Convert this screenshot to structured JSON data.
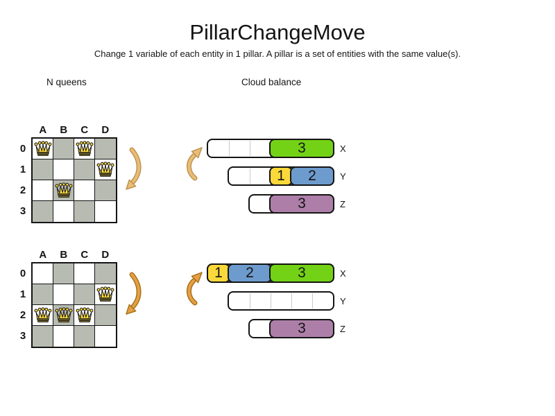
{
  "header": {
    "title": "PillarChangeMove",
    "subtitle": "Change 1 variable of each entity in 1 pillar. A pillar is a set of entities with the same value(s)."
  },
  "section_labels": {
    "nqueens": "N queens",
    "cloud": "Cloud balance"
  },
  "colors": {
    "process_green": "#73d216",
    "process_yellow": "#fcd93a",
    "process_blue": "#6e9bce",
    "process_purple": "#ad7fa8",
    "board_dark_cell": "#b8bbb2",
    "queen_gold": "#fbd93b",
    "arrow_top_fill": "#e9bd78",
    "arrow_top_outline": "#bf9450",
    "arrow_bottom_fill": "#e79f42",
    "arrow_bottom_outline": "#a6731f"
  },
  "boards": [
    {
      "id": "before",
      "columns": [
        "A",
        "B",
        "C",
        "D"
      ],
      "rows": [
        "0",
        "1",
        "2",
        "3"
      ],
      "queens": [
        {
          "col": "A",
          "row": "0"
        },
        {
          "col": "C",
          "row": "0"
        },
        {
          "col": "D",
          "row": "1"
        },
        {
          "col": "B",
          "row": "2"
        }
      ]
    },
    {
      "id": "after",
      "columns": [
        "A",
        "B",
        "C",
        "D"
      ],
      "rows": [
        "0",
        "1",
        "2",
        "3"
      ],
      "queens": [
        {
          "col": "D",
          "row": "1"
        },
        {
          "col": "A",
          "row": "2"
        },
        {
          "col": "B",
          "row": "2"
        },
        {
          "col": "C",
          "row": "2"
        }
      ]
    }
  ],
  "cloud_states": [
    {
      "id": "before",
      "computers": [
        {
          "label": "X",
          "capacity": 6,
          "processes": [
            {
              "value": "3",
              "size": 3,
              "color": "process_green"
            }
          ]
        },
        {
          "label": "Y",
          "capacity": 5,
          "processes": [
            {
              "value": "1",
              "size": 1,
              "color": "process_yellow"
            },
            {
              "value": "2",
              "size": 2,
              "color": "process_blue"
            }
          ]
        },
        {
          "label": "Z",
          "capacity": 4,
          "processes": [
            {
              "value": "3",
              "size": 3,
              "color": "process_purple"
            }
          ]
        }
      ]
    },
    {
      "id": "after",
      "computers": [
        {
          "label": "X",
          "capacity": 6,
          "processes": [
            {
              "value": "1",
              "size": 1,
              "color": "process_yellow"
            },
            {
              "value": "2",
              "size": 2,
              "color": "process_blue"
            },
            {
              "value": "3",
              "size": 3,
              "color": "process_green"
            }
          ]
        },
        {
          "label": "Y",
          "capacity": 5,
          "processes": []
        },
        {
          "label": "Z",
          "capacity": 4,
          "processes": [
            {
              "value": "3",
              "size": 3,
              "color": "process_purple"
            }
          ]
        }
      ]
    }
  ]
}
